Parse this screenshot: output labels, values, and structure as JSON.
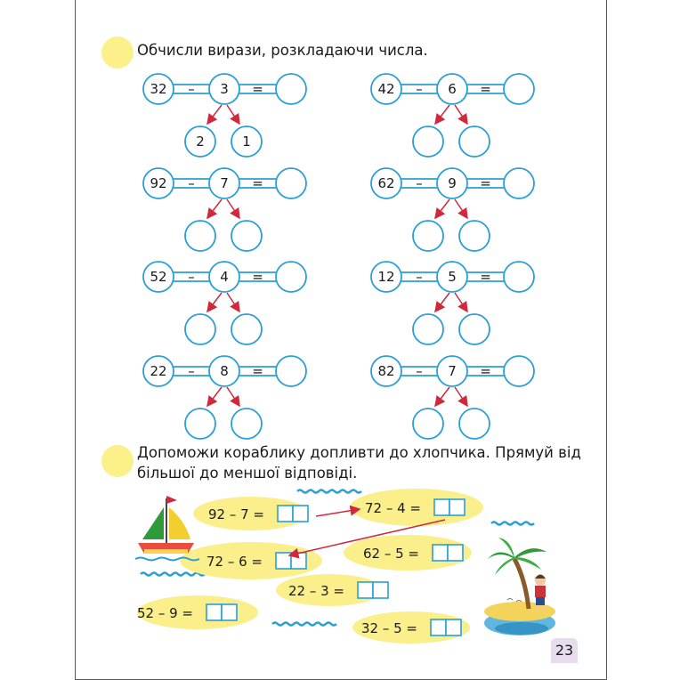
{
  "task1": {
    "text": "Обчисли вирази, розкладаючи числа.",
    "expressions": [
      {
        "a": "32",
        "op": "–",
        "b": "3",
        "eq": "=",
        "parts": [
          "2",
          "1"
        ]
      },
      {
        "a": "42",
        "op": "–",
        "b": "6",
        "eq": "=",
        "parts": [
          "",
          ""
        ]
      },
      {
        "a": "92",
        "op": "–",
        "b": "7",
        "eq": "=",
        "parts": [
          "",
          ""
        ]
      },
      {
        "a": "62",
        "op": "–",
        "b": "9",
        "eq": "=",
        "parts": [
          "",
          ""
        ]
      },
      {
        "a": "52",
        "op": "–",
        "b": "4",
        "eq": "=",
        "parts": [
          "",
          ""
        ]
      },
      {
        "a": "12",
        "op": "–",
        "b": "5",
        "eq": "=",
        "parts": [
          "",
          ""
        ]
      },
      {
        "a": "22",
        "op": "–",
        "b": "8",
        "eq": "=",
        "parts": [
          "",
          ""
        ]
      },
      {
        "a": "82",
        "op": "–",
        "b": "7",
        "eq": "=",
        "parts": [
          "",
          ""
        ]
      }
    ]
  },
  "task2": {
    "line1": "Допоможи кораблику допливти до хлопчика. Прямуй від",
    "line2": "більшої до меншої відповіді.",
    "islands": [
      {
        "expr": "92 – 7 ="
      },
      {
        "expr": "72 – 4 ="
      },
      {
        "expr": "72 – 6 ="
      },
      {
        "expr": "62 – 5 ="
      },
      {
        "expr": "22 – 3 ="
      },
      {
        "expr": "52 – 9 ="
      },
      {
        "expr": "32 – 5 ="
      }
    ]
  },
  "colors": {
    "blue": "#2a9fd6",
    "red": "#d0283c",
    "yellow": "#fbef8c",
    "sea": "#2a9fd6"
  },
  "page_number": "23"
}
